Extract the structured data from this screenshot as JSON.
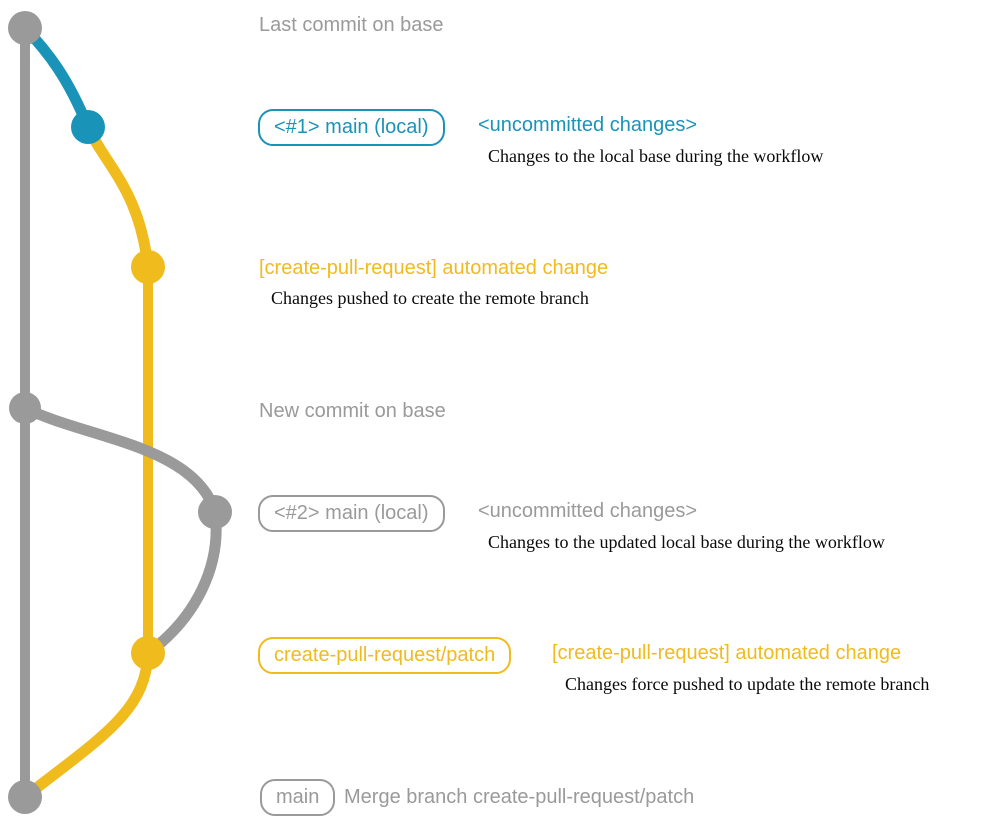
{
  "colors": {
    "gray": "#9A9A9A",
    "blue": "#1A93B8",
    "yellow": "#F0BB1C",
    "ink": "#0A0A0A"
  },
  "graph": {
    "type": "git-branch-diagram",
    "branches": [
      {
        "name": "base",
        "color_key": "gray"
      },
      {
        "name": "main (local)",
        "color_key": "blue"
      },
      {
        "name": "create-pull-request/patch",
        "color_key": "yellow"
      }
    ],
    "commit_dots": [
      {
        "id": "last-commit-on-base",
        "color_key": "gray"
      },
      {
        "id": "local-uncommitted-1",
        "color_key": "blue"
      },
      {
        "id": "automated-change-1",
        "color_key": "yellow"
      },
      {
        "id": "new-commit-on-base",
        "color_key": "gray"
      },
      {
        "id": "local-uncommitted-2",
        "color_key": "gray"
      },
      {
        "id": "automated-change-2",
        "color_key": "yellow"
      },
      {
        "id": "merge-commit",
        "color_key": "gray"
      }
    ]
  },
  "annotations": {
    "last_commit": {
      "title": "Last commit on base"
    },
    "row1": {
      "badge": "<#1> main (local)",
      "highlight": "<uncommitted changes>",
      "description": "Changes to the local base during the workflow"
    },
    "row2": {
      "highlight": "[create-pull-request] automated change",
      "description": "Changes pushed to create the remote branch"
    },
    "new_commit": {
      "title": "New commit on base"
    },
    "row3": {
      "badge": "<#2> main (local)",
      "highlight": "<uncommitted changes>",
      "description": "Changes to the updated local base during the workflow"
    },
    "row4": {
      "badge": "create-pull-request/patch",
      "highlight": "[create-pull-request] automated change",
      "description": "Changes force pushed to update the remote branch"
    },
    "row5": {
      "badge": "main",
      "text": "Merge branch create-pull-request/patch"
    }
  }
}
